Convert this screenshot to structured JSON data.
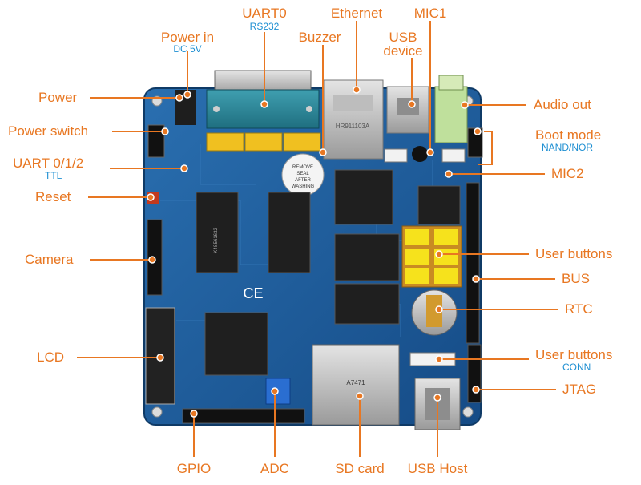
{
  "labels": {
    "uart0": "UART0",
    "uart0_sub": "RS232",
    "ethernet": "Ethernet",
    "mic1": "MIC1",
    "power_in": "Power in",
    "power_in_sub": "DC 5V",
    "buzzer": "Buzzer",
    "usb_device_1": "USB",
    "usb_device_2": "device",
    "power": "Power",
    "power_switch": "Power switch",
    "uart012": "UART 0/1/2",
    "uart012_sub": "TTL",
    "reset": "Reset",
    "camera": "Camera",
    "lcd": "LCD",
    "audio_out": "Audio out",
    "boot_mode": "Boot mode",
    "boot_mode_sub": "NAND/NOR",
    "mic2": "MIC2",
    "user_buttons": "User buttons",
    "bus": "BUS",
    "rtc": "RTC",
    "user_buttons_conn": "User buttons",
    "user_buttons_conn_sub": "CONN",
    "jtag": "JTAG",
    "gpio": "GPIO",
    "adc": "ADC",
    "sd_card": "SD card",
    "usb_host": "USB Host"
  },
  "board_text": {
    "sd_card_label": "A7471",
    "buzzer_label_1": "REMOVE",
    "buzzer_label_2": "SEAL",
    "buzzer_label_3": "AFTER",
    "buzzer_label_4": "WASHING",
    "ethernet_label": "HR911103A",
    "sdram_label": "K4S561632",
    "ce_mark": "CE"
  },
  "colors": {
    "label": "#e87722",
    "sublabel": "#1e8fd2",
    "pcb": "#1c5a97",
    "leader": "#e87722"
  }
}
